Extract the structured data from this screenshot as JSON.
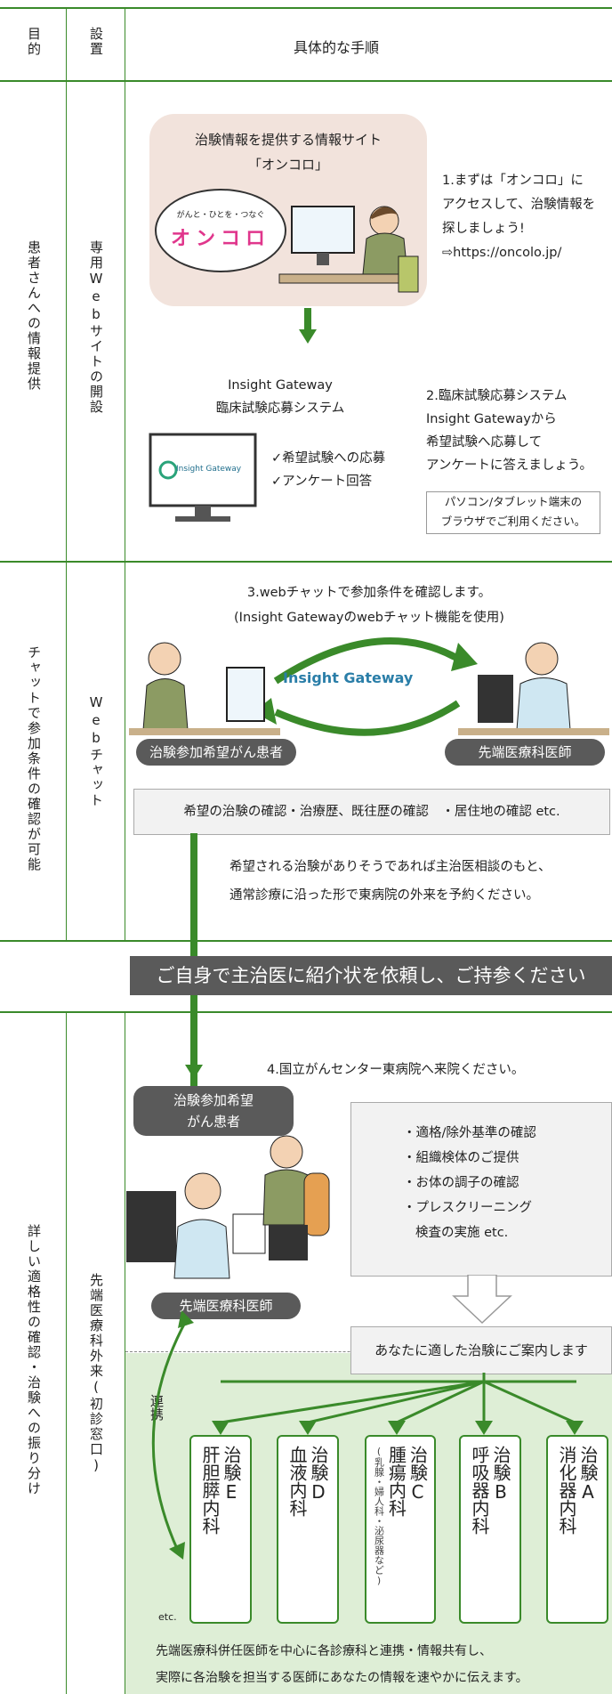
{
  "header": {
    "col1": "目的",
    "col2": "設置",
    "col3": "具体的な手順"
  },
  "sec1": {
    "purpose": "患者さんへの情報提供",
    "setup": "専用Webサイトの開設",
    "site_title": "治験情報を提供する情報サイト",
    "site_name": "「オンコロ」",
    "logo_tagline": "がんと・ひとを・つなぐ",
    "logo_text": "オンコロ",
    "step1": [
      "1.まずは「オンコロ」に",
      "アクセスして、治験情報を",
      "探しましょう!",
      "⇨https://oncolo.jp/"
    ],
    "ig_title": [
      "Insight Gateway",
      "臨床試験応募システム"
    ],
    "ig_logo": "Insight Gateway",
    "check1": "✓希望試験への応募",
    "check2": "✓アンケート回答",
    "step2": [
      "2.臨床試験応募システム",
      "Insight Gatewayから",
      "希望試験へ応募して",
      "アンケートに答えましょう。"
    ],
    "note": [
      "パソコン/タブレット端末の",
      "ブラウザでご利用ください。"
    ]
  },
  "sec2": {
    "purpose": "チャットで参加条件の確認が可能",
    "setup": "Webチャット",
    "step3": [
      "3.webチャットで参加条件を確認します。",
      "(Insight Gatewayのwebチャット機能を使用)"
    ],
    "logo": "Insight Gateway",
    "patient_label": "治験参加希望がん患者",
    "doctor_label": "先端医療科医師",
    "confirm": "希望の治験の確認・治療歴、既往歴の確認　・居住地の確認 etc.",
    "advice": [
      "希望される治験がありそうであれば主治医相談のもと、",
      "通常診療に沿った形で東病院の外来を予約ください。"
    ]
  },
  "banner": "ご自身で主治医に紹介状を依頼し、ご持参ください",
  "sec3": {
    "purpose": "詳しい適格性の確認・治験への振り分け",
    "setup": "先端医療科外来(初診窓口)",
    "step4": "4.国立がんセンター東病院へ来院ください。",
    "patient_label": [
      "治験参加希望",
      "がん患者"
    ],
    "doctor_label": "先端医療科医師",
    "checks": [
      "・適格/除外基準の確認",
      "・組織検体のご提供",
      "・お体の調子の確認",
      "・プレスクリーニング",
      "検査の実施 etc."
    ],
    "guide": "あなたに適した治験にご案内します",
    "renkei": "連携",
    "depts": [
      {
        "title": "治験E",
        "body": "肝胆膵内科",
        "sub": ""
      },
      {
        "title": "治験D",
        "body": "血液内科",
        "sub": ""
      },
      {
        "title": "治験C",
        "body": "腫瘍内科",
        "sub": "(乳腺・婦人科・泌尿器など)"
      },
      {
        "title": "治験B",
        "body": "呼吸器内科",
        "sub": ""
      },
      {
        "title": "治験A",
        "body": "消化器内科",
        "sub": ""
      }
    ],
    "etc": "etc.",
    "footer": [
      "先端医療科併任医師を中心に各診療科と連携・情報共有し、",
      "実際に各治験を担当する医師にあなたの情報を速やかに伝えます。"
    ]
  },
  "colors": {
    "green": "#3a8a2a",
    "grey_pill": "#5a5a5a",
    "light_green": "#deeed6",
    "pink_bg": "#f2e3dc"
  }
}
